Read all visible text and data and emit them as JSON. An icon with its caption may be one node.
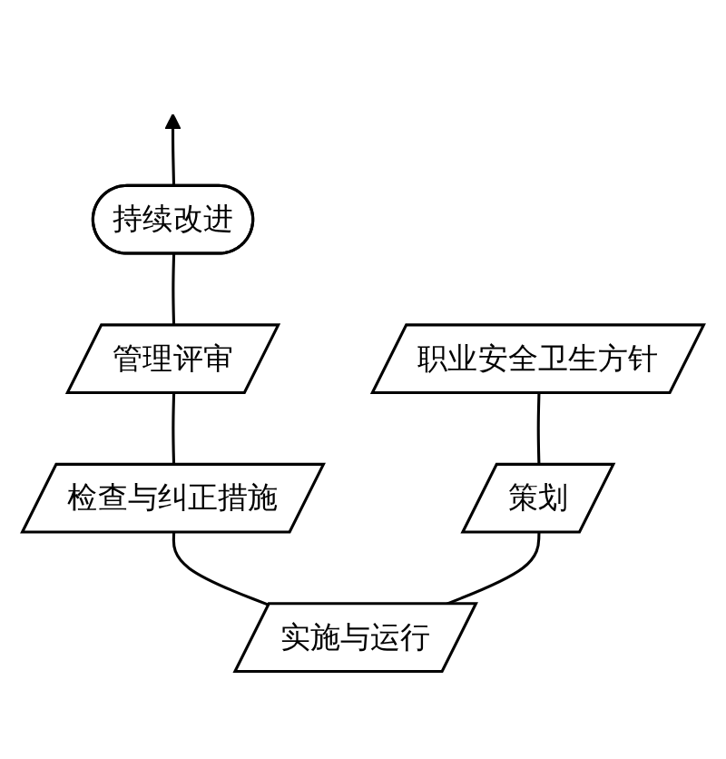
{
  "diagram": {
    "nodes": [
      {
        "text": [
          "持续改进"
        ]
      },
      {
        "text": [
          "管理评审"
        ]
      },
      {
        "text": [
          "职业安全卫生方针"
        ]
      },
      {
        "text": [
          "策划"
        ]
      },
      {
        "text": [
          "检查与纠正措施"
        ]
      },
      {
        "text": [
          "实施与运行"
        ]
      }
    ],
    "edges": [
      {
        "from": 3,
        "to": 2,
        "arrow": "none"
      },
      {
        "from": 5,
        "to": 3,
        "arrow": "none"
      },
      {
        "from": 5,
        "to": 4,
        "arrow": "none"
      },
      {
        "from": 4,
        "to": 1,
        "arrow": "none"
      },
      {
        "from": 1,
        "to": 0,
        "arrow": "none"
      },
      {
        "from": 0,
        "to": null,
        "arrow": "to"
      }
    ]
  }
}
